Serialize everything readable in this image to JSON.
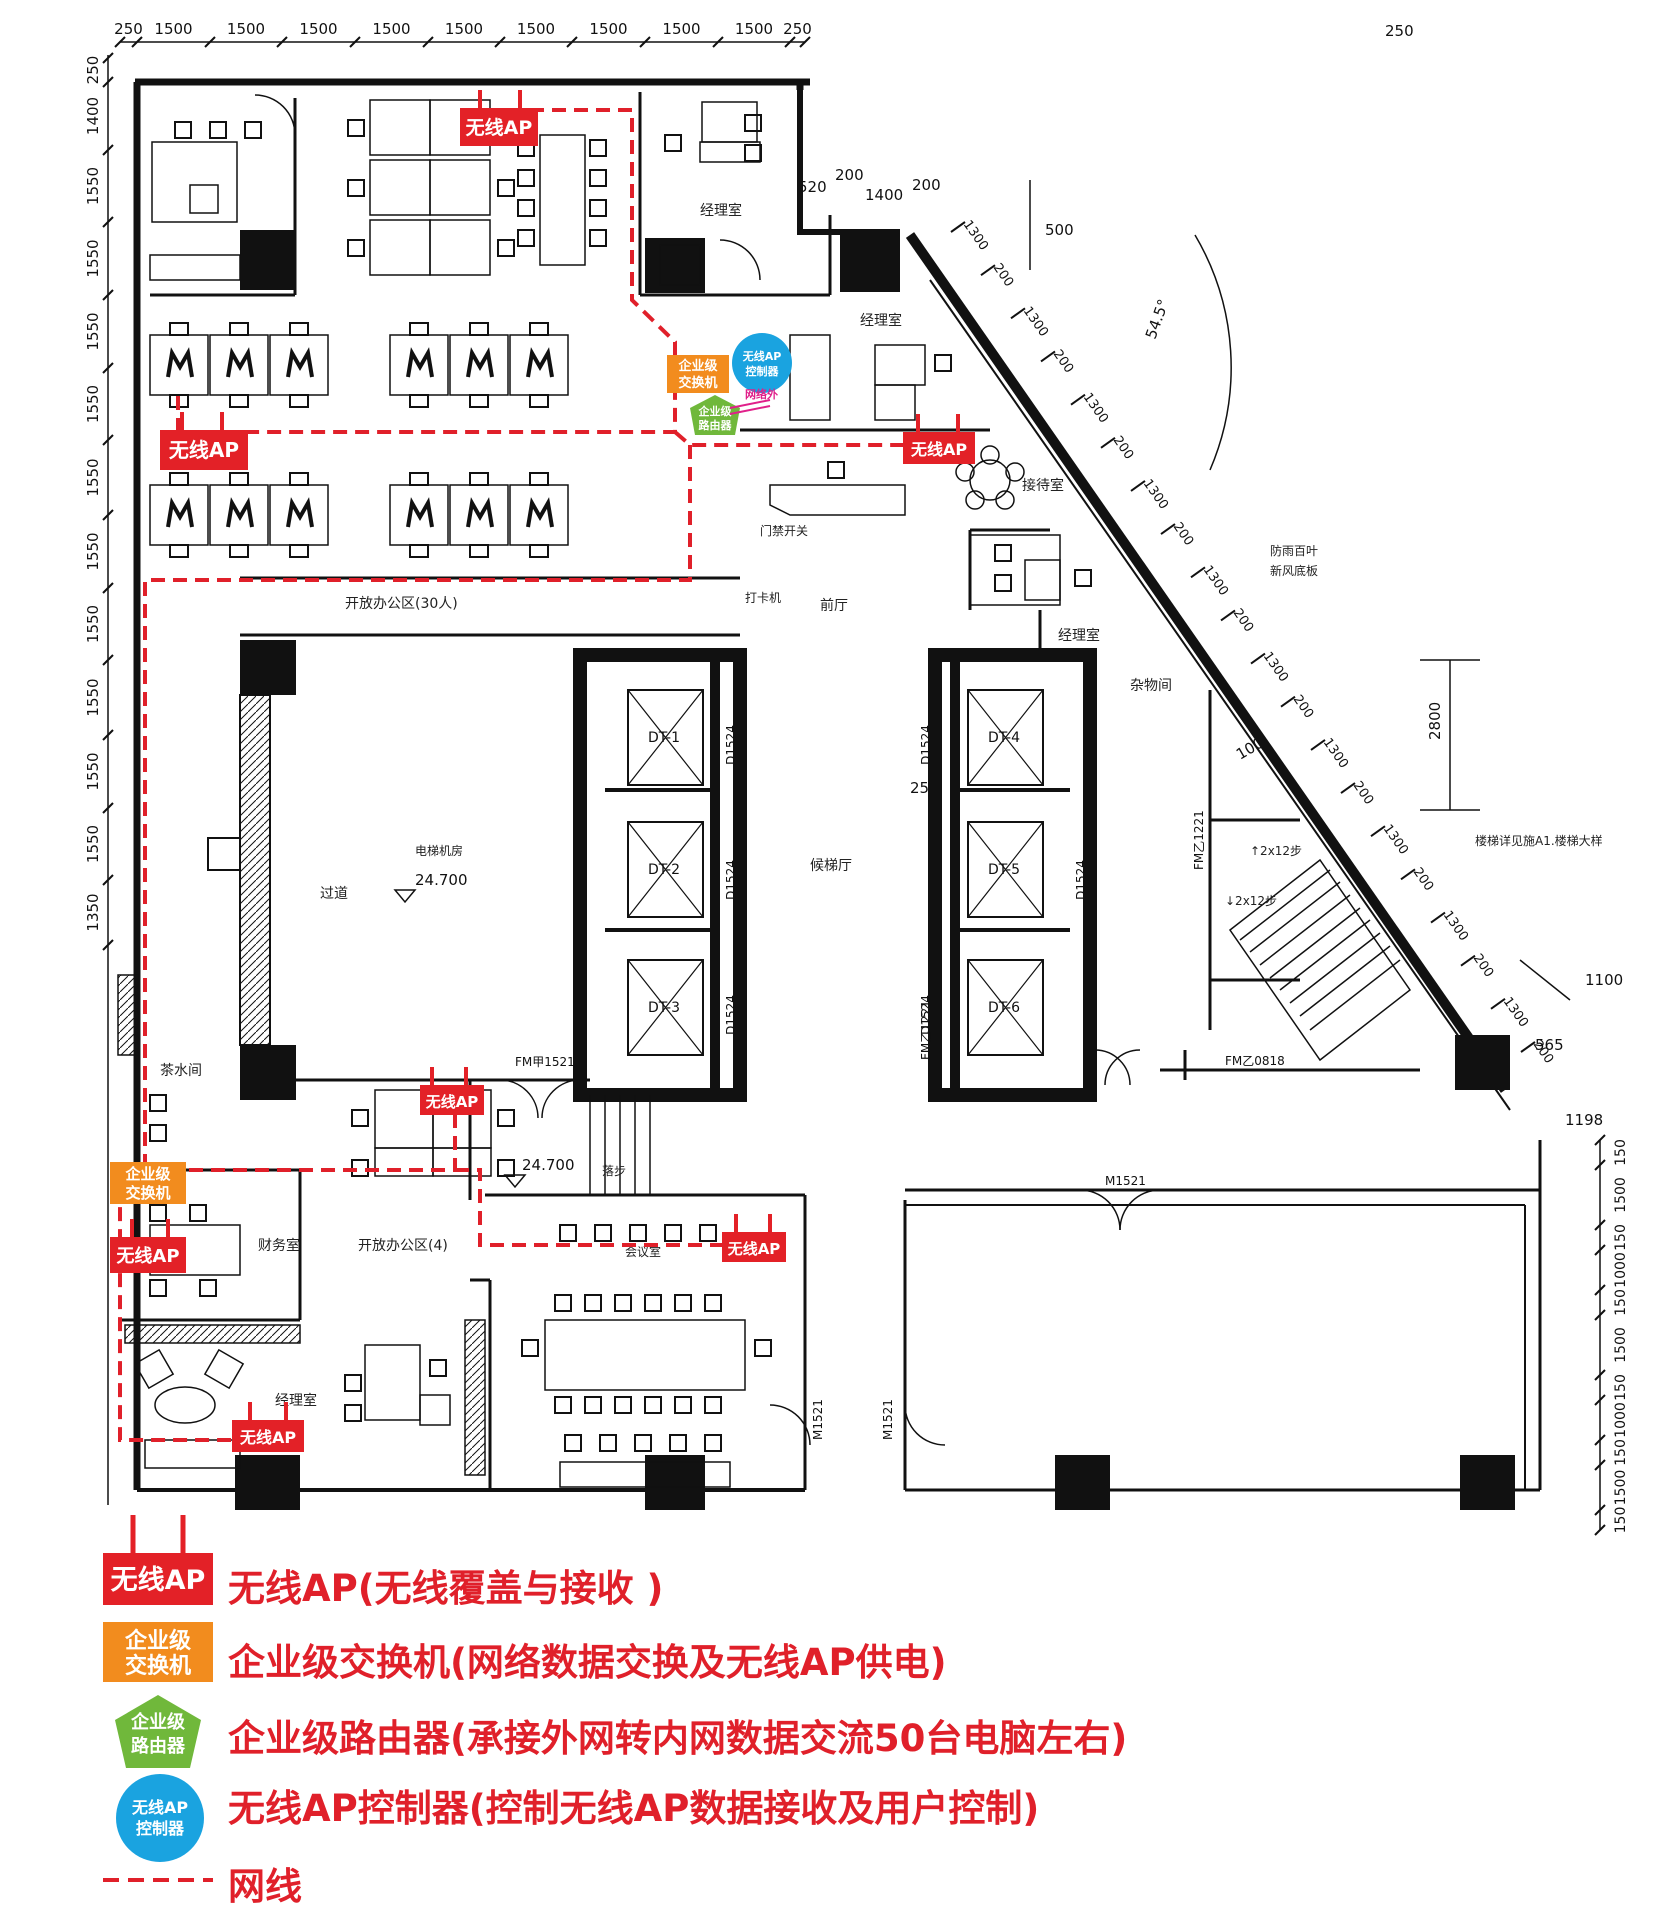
{
  "colors": {
    "ap_red": "#e32127",
    "switch_orange": "#f28c1e",
    "router_green": "#70b83b",
    "controller_blue": "#1aa3e0",
    "cable_red": "#e0202a",
    "wall": "#111111"
  },
  "dimensions": {
    "top": [
      "250",
      "1500",
      "1500",
      "1500",
      "1500",
      "1500",
      "1500",
      "1500",
      "1500",
      "1500",
      "250"
    ],
    "left": [
      "250",
      "1400",
      "1550",
      "1550",
      "1550",
      "1550",
      "1550",
      "1550",
      "1550",
      "1550",
      "1550",
      "1550",
      "1350"
    ],
    "right": [
      "150",
      "1500",
      "150",
      "1000",
      "150",
      "1500",
      "150",
      "1000",
      "150",
      "1500",
      "150"
    ],
    "misc": [
      "250",
      "520",
      "1400",
      "200",
      "200",
      "500",
      "2800",
      "250",
      "1100",
      "565",
      "100",
      "1198",
      "54.5°"
    ],
    "diagonal": [
      "1300",
      "200",
      "1300",
      "200",
      "1300",
      "200",
      "1300",
      "200",
      "1300",
      "200",
      "1300",
      "200",
      "1300",
      "200",
      "1300",
      "200",
      "1300",
      "200",
      "1300",
      "200"
    ]
  },
  "rooms": {
    "manager_1": "经理室",
    "manager_2": "经理室",
    "manager_3": "经理室",
    "manager_4": "经理室",
    "reception": "接待室",
    "open_office_30": "开放办公区(30人)",
    "front_hall": "前厅",
    "corridor": "过道",
    "elevator_hall": "候梯厅",
    "storage": "杂物间",
    "tea_room": "茶水间",
    "finance": "财务室",
    "open_office_4": "开放办公区(4)",
    "meeting": "会议室",
    "door_switch": "门禁开关",
    "clock": "打卡机",
    "elevator_lobby_sign": "电梯机房",
    "level_1": "24.700",
    "level_2": "24.700",
    "stair_1": "↑2x12步",
    "stair_2": "↓2x12步",
    "steps": "落步",
    "note_1": "防雨百叶",
    "note_2": "新风底板",
    "note_3": "楼梯详见施A1.楼梯大样"
  },
  "doors": [
    "FM乙1221",
    "FM甲1521",
    "FM乙0818",
    "M1521",
    "M1521",
    "M1521",
    "FM乙1221"
  ],
  "elevators": [
    "DT-1",
    "DT-2",
    "DT-3",
    "DT-4",
    "DT-5",
    "DT-6"
  ],
  "elevator_doors": [
    "D1524",
    "D1524",
    "D1524",
    "D1524",
    "D1524",
    "D1524"
  ],
  "devices": {
    "ap_label": "无线AP",
    "switch_label_1": "企业级",
    "switch_label_2": "交换机",
    "router_label_1": "企业级",
    "router_label_2": "路由器",
    "controller_label_1": "无线AP",
    "controller_label_2": "控制器",
    "external_net": "网络外"
  },
  "legend": {
    "ap": "无线AP(无线覆盖与接收 )",
    "switch": "企业级交换机(网络数据交换及无线AP供电)",
    "router": "企业级路由器(承接外网转内网数据交流50台电脑左右)",
    "controller": "无线AP控制器(控制无线AP数据接收及用户控制)",
    "cable": "网线"
  }
}
